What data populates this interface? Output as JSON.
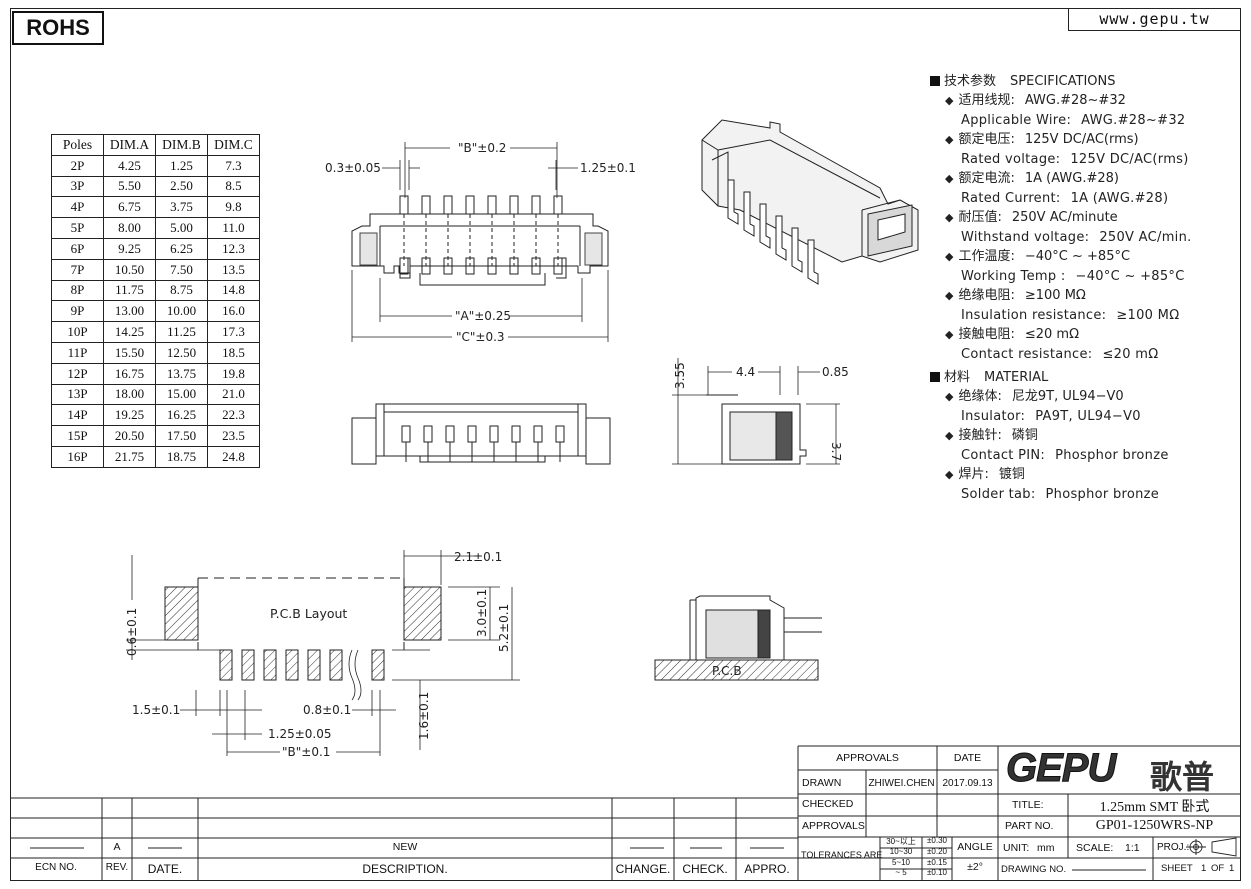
{
  "header": {
    "rohs": "ROHS",
    "website": "www.gepu.tw"
  },
  "dimension_table": {
    "headers": [
      "Poles",
      "DIM.A",
      "DIM.B",
      "DIM.C"
    ],
    "rows": [
      [
        "2P",
        "4.25",
        "1.25",
        "7.3"
      ],
      [
        "3P",
        "5.50",
        "2.50",
        "8.5"
      ],
      [
        "4P",
        "6.75",
        "3.75",
        "9.8"
      ],
      [
        "5P",
        "8.00",
        "5.00",
        "11.0"
      ],
      [
        "6P",
        "9.25",
        "6.25",
        "12.3"
      ],
      [
        "7P",
        "10.50",
        "7.50",
        "13.5"
      ],
      [
        "8P",
        "11.75",
        "8.75",
        "14.8"
      ],
      [
        "9P",
        "13.00",
        "10.00",
        "16.0"
      ],
      [
        "10P",
        "14.25",
        "11.25",
        "17.3"
      ],
      [
        "11P",
        "15.50",
        "12.50",
        "18.5"
      ],
      [
        "12P",
        "16.75",
        "13.75",
        "19.8"
      ],
      [
        "13P",
        "18.00",
        "15.00",
        "21.0"
      ],
      [
        "14P",
        "19.25",
        "16.25",
        "22.3"
      ],
      [
        "15P",
        "20.50",
        "17.50",
        "23.5"
      ],
      [
        "16P",
        "21.75",
        "18.75",
        "24.8"
      ]
    ]
  },
  "specifications": {
    "sections": [
      {
        "title_cn": "技术参数",
        "title_en": "SPECIFICATIONS",
        "items": [
          {
            "cn_label": "适用线规:",
            "cn_value": "AWG.#28~#32",
            "en_label": "Applicable Wire:",
            "en_value": "AWG.#28~#32"
          },
          {
            "cn_label": "额定电压:",
            "cn_value": "125V DC/AC(rms)",
            "en_label": "Rated voltage:",
            "en_value": "125V DC/AC(rms)"
          },
          {
            "cn_label": "额定电流:",
            "cn_value": "1A (AWG.#28)",
            "en_label": "Rated Current:",
            "en_value": "1A (AWG.#28)"
          },
          {
            "cn_label": "耐压值:",
            "cn_value": "250V AC/minute",
            "en_label": "Withstand voltage:",
            "en_value": "250V AC/min."
          },
          {
            "cn_label": "工作温度:",
            "cn_value": "−40°C ~ +85°C",
            "en_label": "Working Temp :",
            "en_value": "−40°C ~ +85°C"
          },
          {
            "cn_label": "绝缘电阻:",
            "cn_value": "≥100 MΩ",
            "en_label": "Insulation resistance:",
            "en_value": "≥100 MΩ"
          },
          {
            "cn_label": "接触电阻:",
            "cn_value": "≤20 mΩ",
            "en_label": "Contact resistance:",
            "en_value": "≤20 mΩ"
          }
        ]
      },
      {
        "title_cn": "材料",
        "title_en": "MATERIAL",
        "items": [
          {
            "cn_label": "绝缘体:",
            "cn_value": "尼龙9T, UL94−V0",
            "en_label": "Insulator:",
            "en_value": "PA9T, UL94−V0"
          },
          {
            "cn_label": "接触针:",
            "cn_value": "磷铜",
            "en_label": "Contact PIN:",
            "en_value": "Phosphor bronze"
          },
          {
            "cn_label": "焊片:",
            "cn_value": "镀铜",
            "en_label": "Solder tab:",
            "en_value": "Phosphor bronze"
          }
        ]
      }
    ]
  },
  "drawing_labels": {
    "front_pin_width": "0.3±0.05",
    "front_dim_b": "\"B\"±0.2",
    "front_pitch": "1.25±0.1",
    "front_dim_a": "\"A\"±0.25",
    "front_dim_c": "\"C\"±0.3",
    "side_height": "3.55",
    "side_depth": "4.4",
    "side_lead": "0.85",
    "side_body_height": "3.7",
    "pcb_title": "P.C.B Layout",
    "pcb_tab_width": "2.1±0.1",
    "pcb_tab_height": "3.0±0.1",
    "pcb_total_height": "5.2±0.1",
    "pcb_gap": "0.6±0.1",
    "pcb_offset": "1.5±0.1",
    "pcb_pad_width": "0.8±0.1",
    "pcb_pitch": "1.25±0.05",
    "pcb_dim_b": "\"B\"±0.1",
    "pcb_pad_length": "1.6±0.1",
    "pcb_board_label": "P.C.B"
  },
  "title_block": {
    "approvals_header": "APPROVALS",
    "date_header": "DATE",
    "drawn_label": "DRAWN",
    "drawn_by": "ZHIWEI.CHEN",
    "drawn_date": "2017.09.13",
    "checked_label": "CHECKED",
    "approvals_label": "APPROVALS",
    "company_logo": "GEPU",
    "company_cn": "歌普",
    "title_label": "TITLE:",
    "title_value": "1.25mm SMT 卧式",
    "part_no_label": "PART NO.",
    "part_no_value": "GP01-1250WRS-NP",
    "tolerances_label": "TOLERANCES ARE",
    "tolerance_rows": [
      {
        "range": "30~以上",
        "tol": "±0.30"
      },
      {
        "range": "10~30",
        "tol": "±0.20"
      },
      {
        "range": "5~10",
        "tol": "±0.15"
      },
      {
        "range": "~ 5",
        "tol": "±0.10"
      }
    ],
    "angle_label": "ANGLE",
    "angle_value": "±2°",
    "unit_label": "UNIT:",
    "unit_value": "mm",
    "scale_label": "SCALE:",
    "scale_value": "1:1",
    "proj_label": "PROJ.:",
    "drawing_no_label": "DRAWING NO.",
    "sheet_label": "SHEET",
    "sheet_value": "1",
    "of_label": "OF",
    "total_sheets": "1"
  },
  "revision_block": {
    "rev_value": "A",
    "description_value": "NEW",
    "headers": [
      "ECN NO.",
      "REV.",
      "DATE.",
      "DESCRIPTION.",
      "CHANGE.",
      "CHECK.",
      "APPRO."
    ]
  }
}
